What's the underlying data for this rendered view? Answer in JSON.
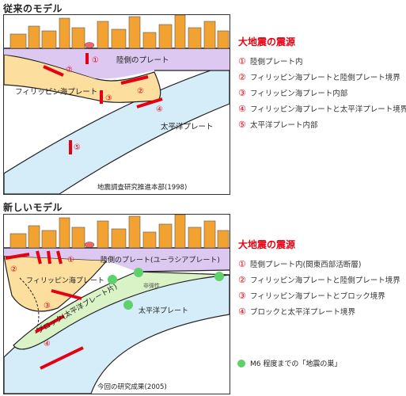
{
  "old_model": {
    "heading": "従来のモデル",
    "labels": {
      "continental": "陸側のプレート",
      "philippine": "フィリッピン海プレート",
      "pacific": "太平洋プレート",
      "nums": [
        "①",
        "②",
        "②",
        "③",
        "④",
        "⑤"
      ]
    },
    "credit": "地震調査研究推進本部(1998)",
    "legend": {
      "title": "大地震の震源",
      "items": [
        {
          "num": "①",
          "text": "陸側プレート内"
        },
        {
          "num": "②",
          "text": "フィリッピン海プレートと陸側プレート境界"
        },
        {
          "num": "③",
          "text": "フィリッピン海プレート内部"
        },
        {
          "num": "④",
          "text": "フィリッピン海プレートと太平洋プレート境界"
        },
        {
          "num": "⑤",
          "text": "太平洋プレート内部"
        }
      ]
    }
  },
  "new_model": {
    "heading": "新しいモデル",
    "labels": {
      "continental": "陸側のプレート(ユーラシアプレート)",
      "philippine": "フィリッピン海\nプレート",
      "block": "ブロック(太平洋プレート片)",
      "pacific": "太平洋プレート",
      "inelastic": "非弾性",
      "nums": [
        "①",
        "②",
        "③",
        "④"
      ]
    },
    "credit": "今回の研究成果(2005)",
    "legend": {
      "title": "大地震の震源",
      "items": [
        {
          "num": "①",
          "text": "陸側プレート内(関東西部活断層)"
        },
        {
          "num": "②",
          "text": "フィリッピン海プレートと陸側プレート境界"
        },
        {
          "num": "③",
          "text": "フィリッピン海プレートとブロック境界"
        },
        {
          "num": "④",
          "text": "ブロックと太平洋プレート境界"
        }
      ]
    }
  },
  "footnote": "M6 程度までの「地震の巣」",
  "colors": {
    "continental": "#dcc8f0",
    "philippine": "#fcdf9f",
    "pacific": "#d5ecf9",
    "block": "#d9f3c6",
    "quake": "#e60012",
    "nest": "#5fd16a",
    "building": "#f2a230"
  }
}
